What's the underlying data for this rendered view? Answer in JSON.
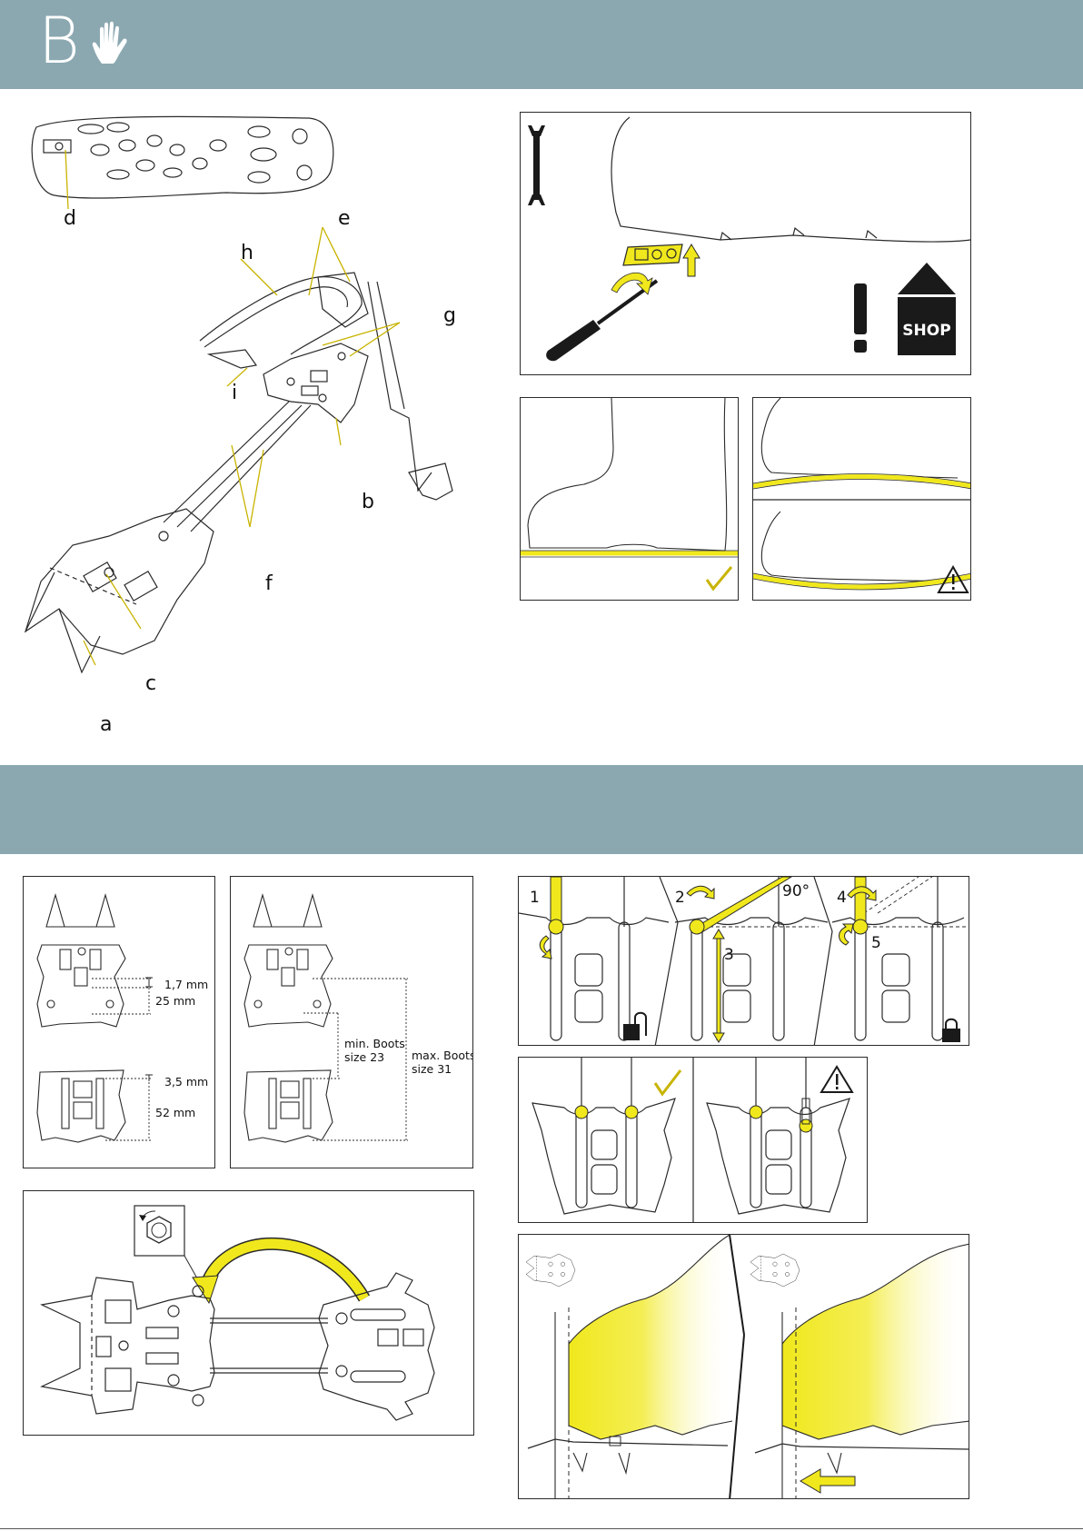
{
  "header": {
    "section_letter": "B",
    "hand_icon": "hand-icon",
    "band_color": "#8ba8b1"
  },
  "parts_diagram": {
    "labels": [
      "a",
      "b",
      "c",
      "d",
      "e",
      "f",
      "g",
      "h",
      "i"
    ],
    "leader_color": "#c8b400"
  },
  "tool_panel": {
    "shop_label": "SHOP",
    "icons": [
      "wrench-icon",
      "screwdriver-icon",
      "exclamation-icon",
      "shop-house-icon",
      "arrow-up-icon"
    ]
  },
  "sole_fit": {
    "ok_icon": "checkmark-icon",
    "warning_icon": "warning-triangle-icon"
  },
  "measurements": {
    "front_gap": "1,7 mm",
    "front_length": "25 mm",
    "rear_gap": "3,5 mm",
    "rear_length": "52 mm",
    "min_boots_line1": "min. Boots",
    "min_boots_line2": "size 23",
    "max_boots_line1": "max. Boots",
    "max_boots_line2": "size 31"
  },
  "adjustment_steps": {
    "step1": "1",
    "step2": "2",
    "step3": "3",
    "step4": "4",
    "step5": "5",
    "angle": "90°"
  },
  "colors": {
    "accent_yellow": "#f0e81c",
    "line": "#2a2a2a"
  }
}
